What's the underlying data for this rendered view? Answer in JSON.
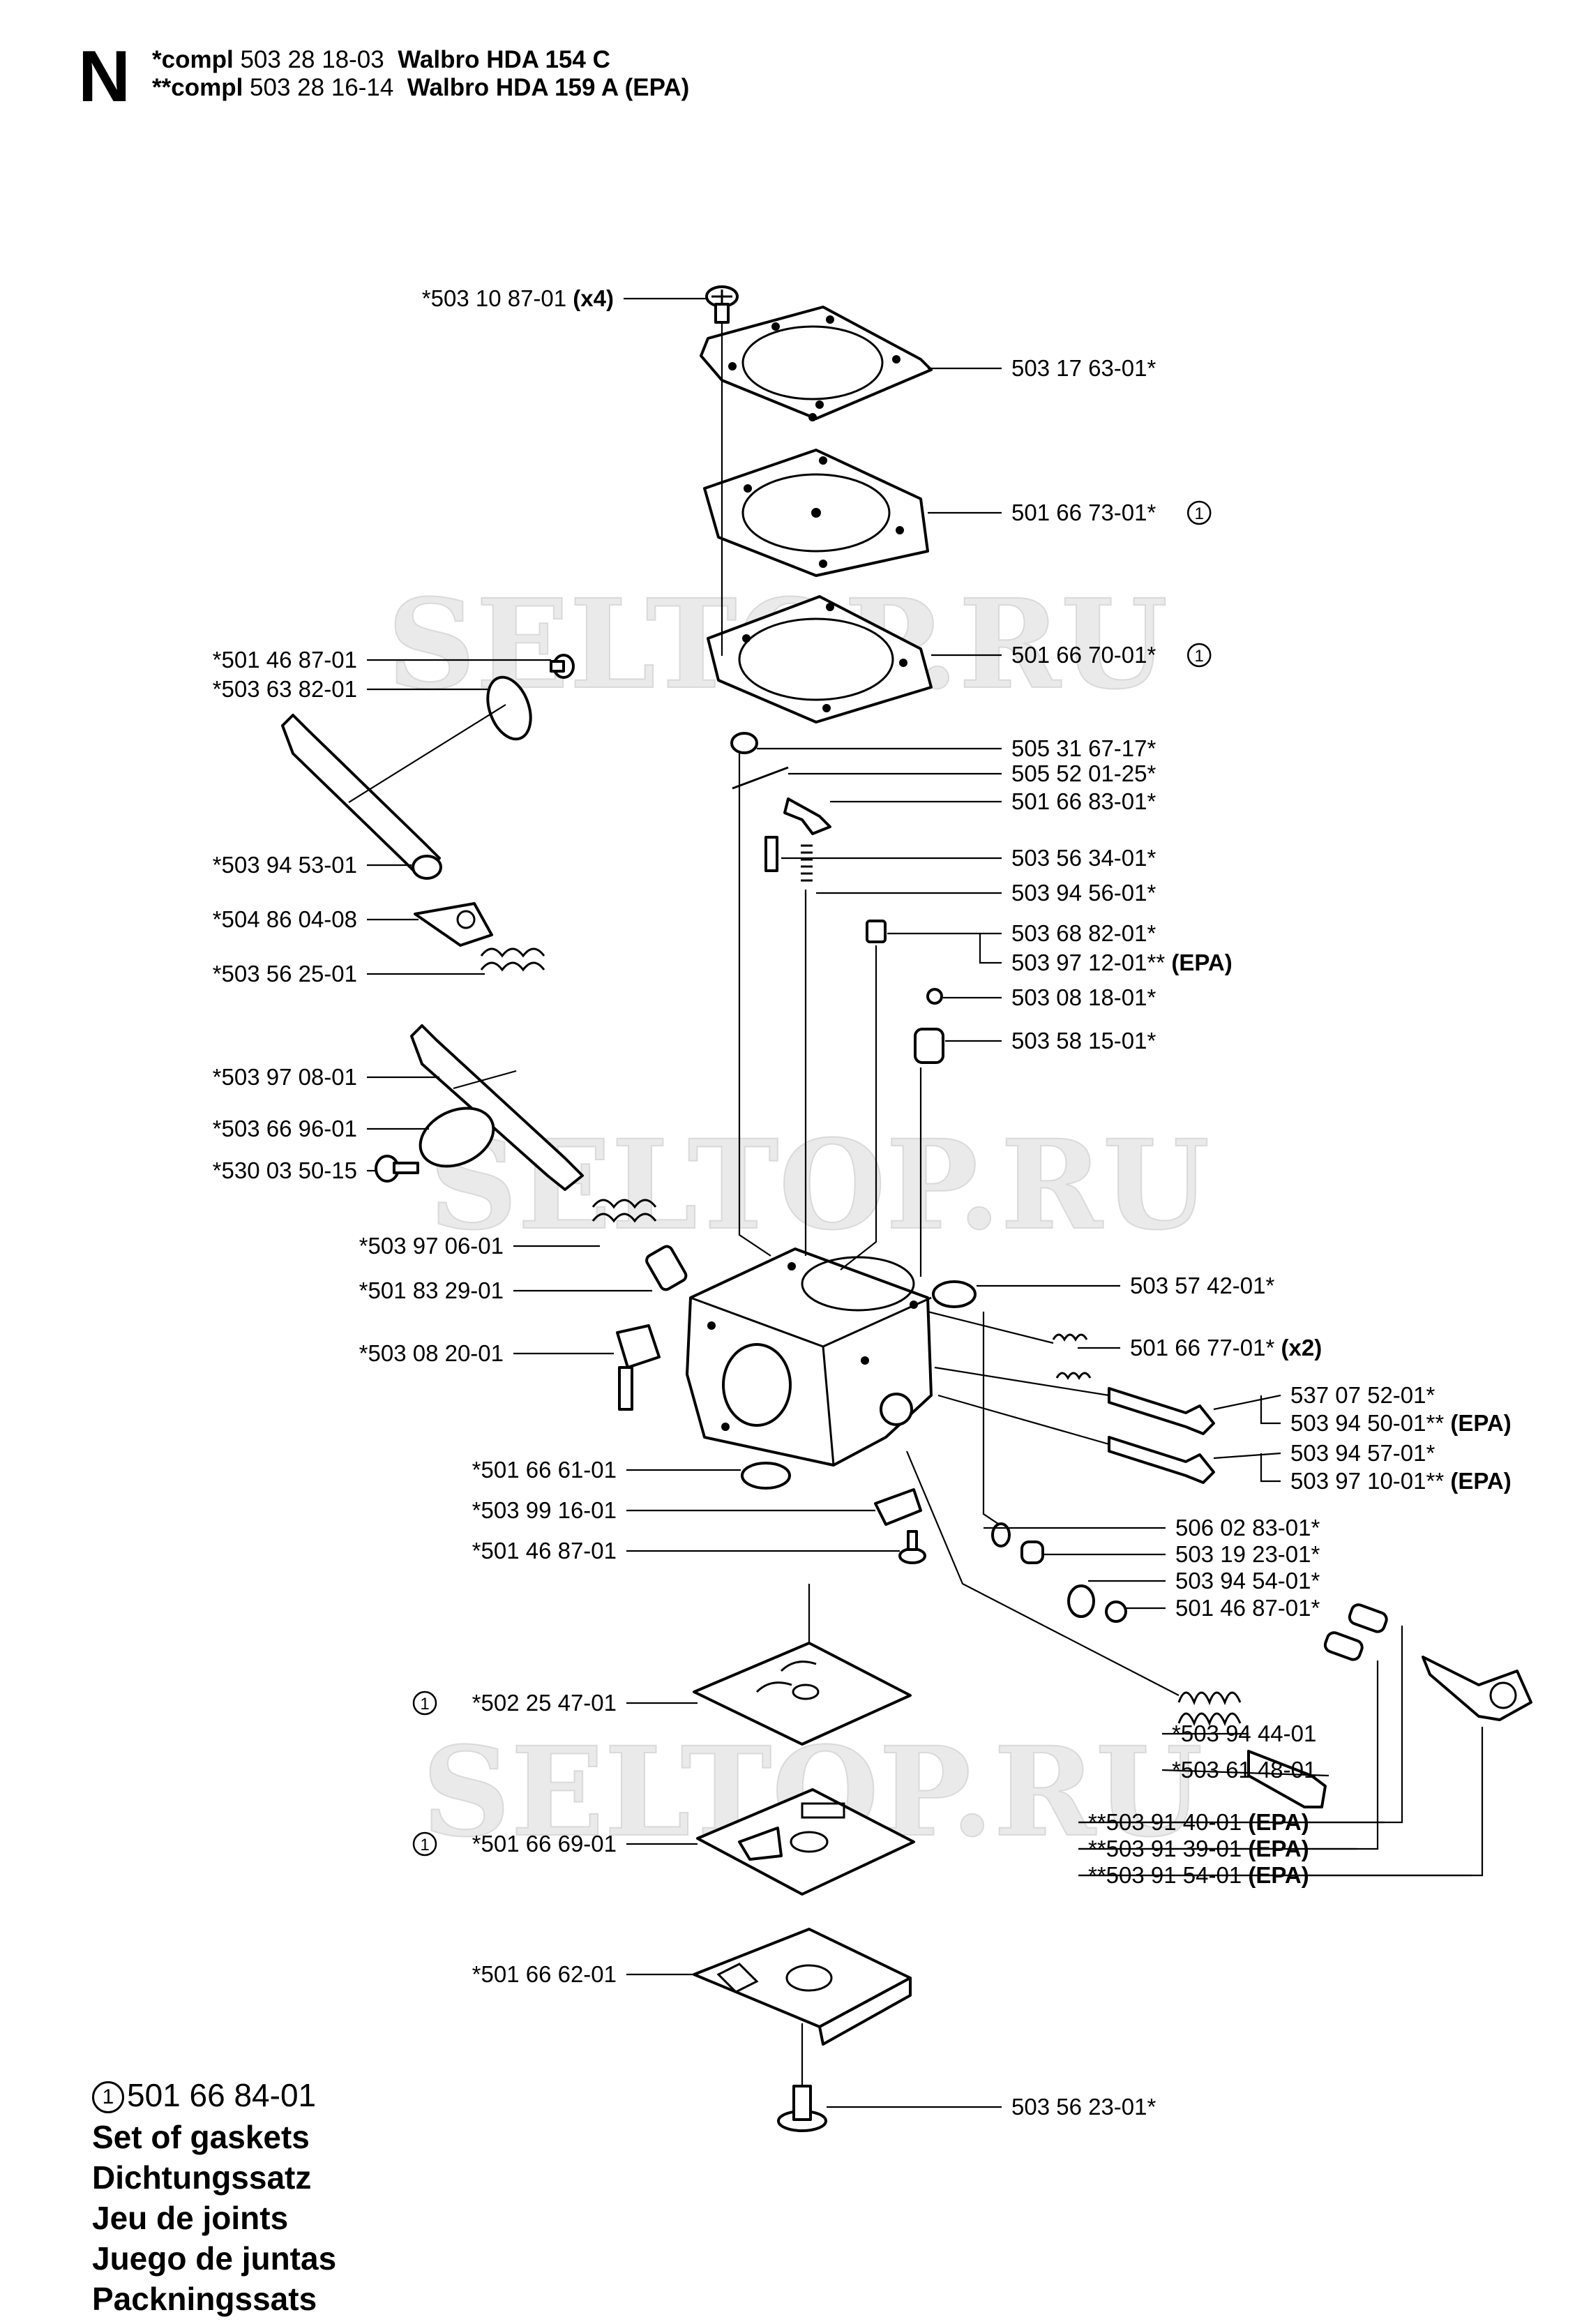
{
  "header": {
    "section_letter": "N",
    "line1": {
      "prefix": "*compl",
      "number": "503 28 18-03",
      "model": "Walbro HDA 154 C"
    },
    "line2": {
      "prefix": "**compl",
      "number": "503 28 16-14",
      "model": "Walbro HDA 159 A (EPA)"
    }
  },
  "watermark": "SELTOP.RU",
  "gasket_mark": "1",
  "left_callouts": [
    {
      "num": "*503 10 87-01",
      "suffix": "(x4)"
    },
    {
      "num": "*501 46 87-01",
      "suffix": ""
    },
    {
      "num": "*503 63 82-01",
      "suffix": ""
    },
    {
      "num": "*503 94 53-01",
      "suffix": ""
    },
    {
      "num": "*504 86 04-08",
      "suffix": ""
    },
    {
      "num": "*503 56 25-01",
      "suffix": ""
    },
    {
      "num": "*503 97 08-01",
      "suffix": ""
    },
    {
      "num": "*503 66 96-01",
      "suffix": ""
    },
    {
      "num": "*530 03 50-15",
      "suffix": ""
    },
    {
      "num": "*503 97 06-01",
      "suffix": ""
    },
    {
      "num": "*501 83 29-01",
      "suffix": ""
    },
    {
      "num": "*503 08 20-01",
      "suffix": ""
    },
    {
      "num": "*501 66 61-01",
      "suffix": ""
    },
    {
      "num": "*503 99 16-01",
      "suffix": ""
    },
    {
      "num": "*501 46 87-01",
      "suffix": ""
    },
    {
      "num": "*502 25 47-01",
      "suffix": ""
    },
    {
      "num": "*501 66 69-01",
      "suffix": ""
    },
    {
      "num": "*501 66 62-01",
      "suffix": ""
    }
  ],
  "right_callouts": [
    {
      "num": "503 17 63-01*",
      "suffix": ""
    },
    {
      "num": "501 66 73-01*",
      "suffix": ""
    },
    {
      "num": "501 66 70-01*",
      "suffix": ""
    },
    {
      "num": "505 31 67-17*",
      "suffix": ""
    },
    {
      "num": "505 52 01-25*",
      "suffix": ""
    },
    {
      "num": "501 66 83-01*",
      "suffix": ""
    },
    {
      "num": "503 56 34-01*",
      "suffix": ""
    },
    {
      "num": "503 94 56-01*",
      "suffix": ""
    },
    {
      "num": "503 68 82-01*",
      "suffix": ""
    },
    {
      "num": "503 97 12-01**",
      "suffix": "(EPA)"
    },
    {
      "num": "503 08 18-01*",
      "suffix": ""
    },
    {
      "num": "503 58 15-01*",
      "suffix": ""
    },
    {
      "num": "503 57 42-01*",
      "suffix": ""
    },
    {
      "num": "501 66 77-01*",
      "suffix": "(x2)"
    },
    {
      "num": "537 07 52-01*",
      "suffix": ""
    },
    {
      "num": "503 94 50-01**",
      "suffix": "(EPA)"
    },
    {
      "num": "503 94 57-01*",
      "suffix": ""
    },
    {
      "num": "503 97 10-01**",
      "suffix": "(EPA)"
    },
    {
      "num": "506 02 83-01*",
      "suffix": ""
    },
    {
      "num": "503 19 23-01*",
      "suffix": ""
    },
    {
      "num": "503 94 54-01*",
      "suffix": ""
    },
    {
      "num": "501 46 87-01*",
      "suffix": ""
    },
    {
      "num": "*503 94 44-01",
      "suffix": ""
    },
    {
      "num": "*503 61 48-01",
      "suffix": ""
    },
    {
      "num": "**503 91 40-01",
      "suffix": "(EPA)"
    },
    {
      "num": "**503 91 39-01",
      "suffix": "(EPA)"
    },
    {
      "num": "**503 91 54-01",
      "suffix": "(EPA)"
    },
    {
      "num": "503 56 23-01*",
      "suffix": ""
    }
  ],
  "legend": {
    "number": "501 66 84-01",
    "lines": [
      "Set of gaskets",
      "Dichtungssatz",
      "Jeu de joints",
      "Juego de juntas",
      "Packningssats"
    ]
  }
}
